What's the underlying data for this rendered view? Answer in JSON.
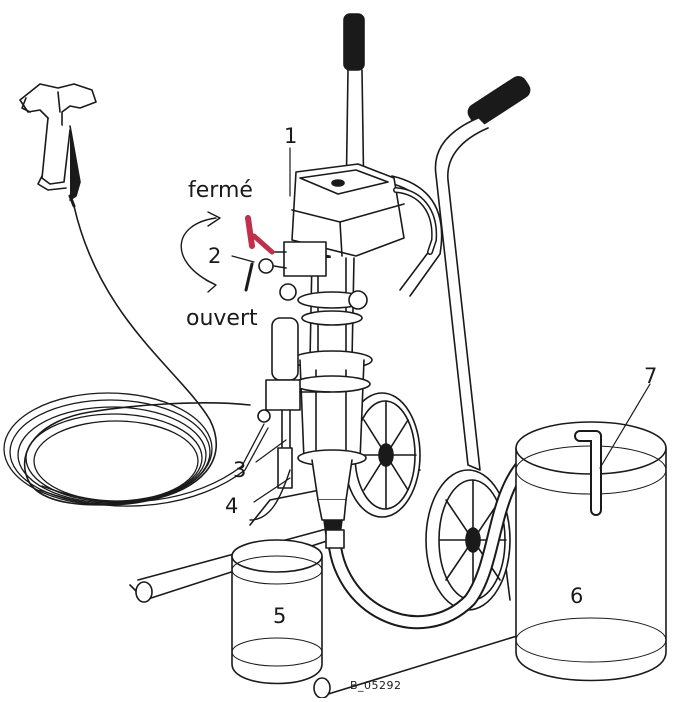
{
  "diagram": {
    "callouts": {
      "c1": "1",
      "c2": "2",
      "c3": "3",
      "c4": "4",
      "c5": "5",
      "c6": "6",
      "c7": "7"
    },
    "valve_closed_label": "fermé",
    "valve_open_label": "ouvert",
    "figure_code": "B_05292",
    "colors": {
      "line": "#1a1a1a",
      "valve_handle": "#c0304a",
      "hose_fill": "#ffffff"
    }
  }
}
